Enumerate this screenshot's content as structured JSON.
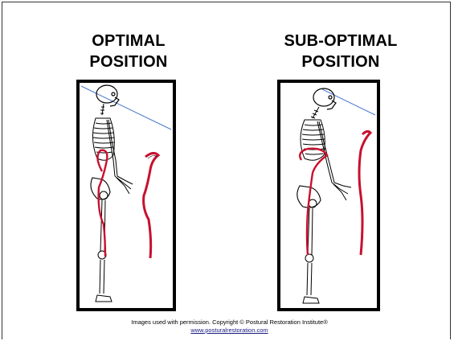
{
  "slide": {
    "left_title": "OPTIMAL POSITION",
    "left_title_line1": "OPTIMAL",
    "left_title_line2": "POSITION",
    "right_title_line1": "SUB-OPTIMAL",
    "right_title_line2": "POSITION",
    "credit": "Images used with permission. Copyright © Postural Restoration Institute®",
    "url": "www.posturalrestoration.com"
  },
  "colors": {
    "spine_curve": "#c8102e",
    "skeleton": "#000000",
    "reference_line": "#4a78d0"
  }
}
